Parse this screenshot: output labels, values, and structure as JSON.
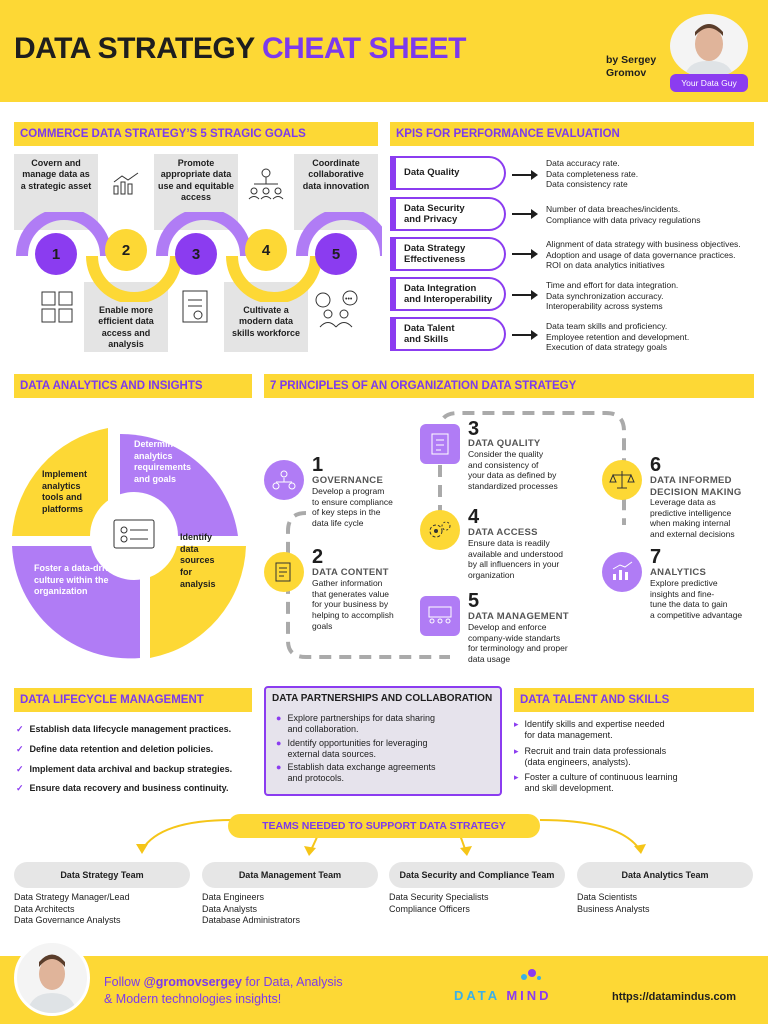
{
  "header": {
    "title_part1": "DATA STRATEGY",
    "title_part2": "CHEAT SHEET",
    "byline": "by Sergey\nGromov",
    "badge": "Your Data Guy"
  },
  "goals": {
    "heading": "COMMERCE DATA STRATEGY’S 5 STRAGIC GOALS",
    "items": [
      {
        "number": "1",
        "text": "Covern and manage data as a strategic asset"
      },
      {
        "number": "2",
        "text": "Enable more efficient data access and analysis"
      },
      {
        "number": "3",
        "text": "Promote appropriate data use and equitable access"
      },
      {
        "number": "4",
        "text": "Cultivate a modern data skills workforce"
      },
      {
        "number": "5",
        "text": "Coordinate collaborative data innovation"
      }
    ]
  },
  "kpis": {
    "heading": "KPIs FOR PERFORMANCE EVALUATION",
    "items": [
      {
        "label": "Data Quality",
        "desc": "Data accuracy rate.\nData completeness rate.\nData consistency rate"
      },
      {
        "label": "Data Security\nand Privacy",
        "desc": "Number of data breaches/incidents.\nCompliance with data privacy regulations"
      },
      {
        "label": "Data Strategy\nEffectiveness",
        "desc": "Alignment of data strategy with business objectives.\nAdoption and usage of data governance practices.\nROI on data analytics initiatives"
      },
      {
        "label": "Data Integration\nand Interoperability",
        "desc": "Time and effort for data integration.\nData synchronization accuracy.\nInteroperability across systems"
      },
      {
        "label": "Data Talent\nand Skills",
        "desc": "Data team skills and proficiency.\nEmployee retention and development.\nExecution of data strategy goals"
      }
    ]
  },
  "analytics": {
    "heading": "DATA ANALYTICS AND INSIGHTS",
    "q1": "Determine analytics requirements and goals",
    "q2": "Identify data sources for analysis",
    "q3": "Foster a data-driven culture within the organization",
    "q4": "Implement analytics tools and platforms"
  },
  "principles": {
    "heading": "7 PRINCIPLES OF AN ORGANIZATION DATA STRATEGY",
    "items": [
      {
        "number": "1",
        "title": "GOVERNANCE",
        "desc": "Develop a program\nto ensure compliance\nof key steps in the\ndata life cycle"
      },
      {
        "number": "2",
        "title": "DATA CONTENT",
        "desc": "Gather information\nthat generates value\nfor your business by\nhelping to accomplish\ngoals"
      },
      {
        "number": "3",
        "title": "DATA QUALITY",
        "desc": "Consider the quality\nand consistency of\nyour data as defined by\nstandardized processes"
      },
      {
        "number": "4",
        "title": "DATA ACCESS",
        "desc": "Ensure data is readily\navailable and understood\nby all influencers in your\norganization"
      },
      {
        "number": "5",
        "title": "DATA MANAGEMENT",
        "desc": "Develop and enforce\ncompany-wide standarts\nfor terminology and proper\ndata usage"
      },
      {
        "number": "6",
        "title": "DATA INFORMED\nDECISION MAKING",
        "desc": "Leverage data as\npredictive intelligence\nwhen making internal\nand external decisions"
      },
      {
        "number": "7",
        "title": "ANALYTICS",
        "desc": "Explore predictive\ninsights and fine-\ntune the data to gain\na competitive advantage"
      }
    ]
  },
  "lifecycle": {
    "heading": "DATA LIFECYCLE MANAGEMENT",
    "items": [
      "Establish data lifecycle management practices.",
      "Define data retention and deletion policies.",
      "Implement data archival and backup strategies.",
      "Ensure data recovery and business continuity."
    ]
  },
  "partnerships": {
    "heading": "DATA PARTNERSHIPS AND COLLABORATION",
    "items": [
      "Explore partnerships for data sharing\nand collaboration.",
      "Identify opportunities for leveraging\nexternal data sources.",
      "Establish data exchange agreements\nand protocols."
    ]
  },
  "talent": {
    "heading": "DATA TALENT AND SKILLS",
    "items": [
      "Identify skills and expertise needed\nfor data management.",
      "Recruit and train data professionals\n(data engineers, analysts).",
      "Foster a culture of continuous learning\nand skill development."
    ]
  },
  "teams": {
    "heading": "TEAMS NEEDED TO SUPPORT DATA STRATEGY",
    "items": [
      {
        "name": "Data Strategy Team",
        "members": "Data Strategy Manager/Lead\nData Architects\nData Governance Analysts"
      },
      {
        "name": "Data Management Team",
        "members": "Data Engineers\nData Analysts\nDatabase Administrators"
      },
      {
        "name": "Data Security and Compliance Team",
        "members": "Data Security Specialists\nCompliance Officers"
      },
      {
        "name": "Data Analytics Team",
        "members": "Data Scientists\nBusiness Analysts"
      }
    ]
  },
  "footer": {
    "follow_prefix": "Follow ",
    "handle": "@gromovsergey",
    "follow_suffix": " for Data, Analysis",
    "line2": "& Modern technologies insights!",
    "logo_word1": "DATA",
    "logo_word2": "MIND",
    "url": "https://datamindus.com"
  },
  "colors": {
    "yellow": "#fdd835",
    "purple": "#8b3cf0",
    "light_purple": "#b07cf5",
    "gray": "#e4e4e4"
  }
}
